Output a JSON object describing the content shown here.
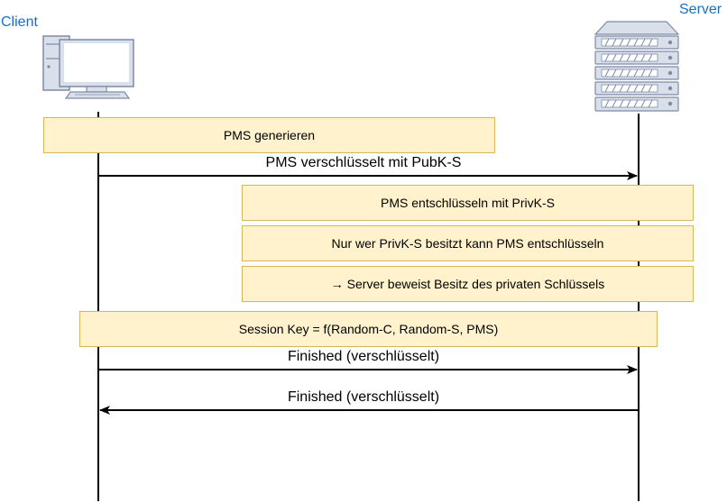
{
  "actors": {
    "client": "Client",
    "server": "Server"
  },
  "notes": {
    "pms_generate": "PMS generieren",
    "pms_decrypt": "PMS entschlüsseln mit PrivK-S",
    "only_privk": "Nur wer PrivK-S besitzt kann PMS entschlüsseln",
    "proves_key": "→ Server beweist Besitz des privaten Schlüssels",
    "session_key": "Session Key = f(Random-C, Random-S, PMS)"
  },
  "messages": {
    "pms_encrypted": "PMS verschlüsselt mit PubK-S",
    "finished_client": "Finished (verschlüsselt)",
    "finished_server": "Finished (verschlüsselt)"
  },
  "colors": {
    "note_fill": "#fff2cc",
    "note_border": "#d6b656",
    "actor_label": "#1a6fc0",
    "icon_fill": "#dae0ea",
    "icon_stroke": "#7d8aa8"
  }
}
